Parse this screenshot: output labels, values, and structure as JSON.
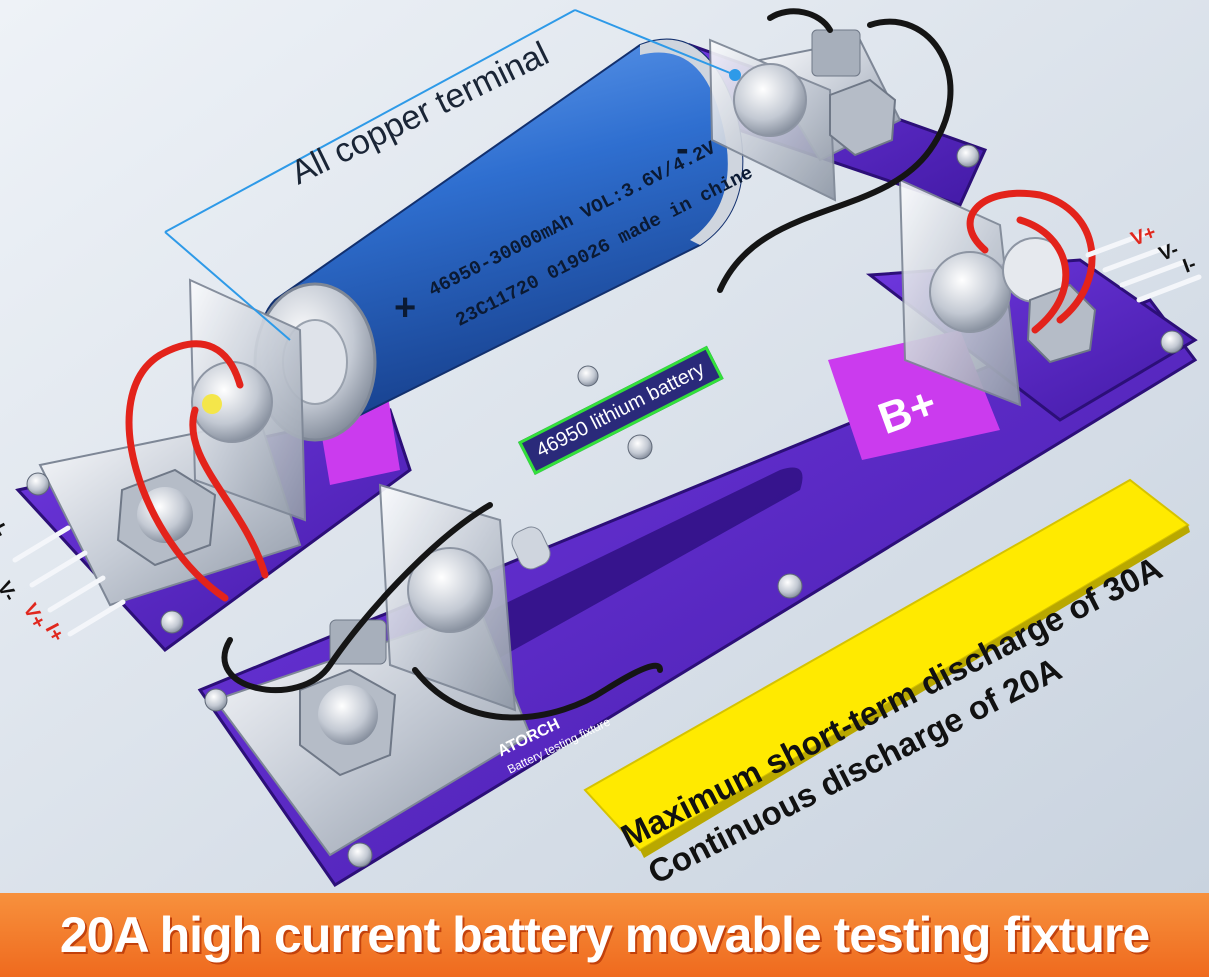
{
  "annotation": {
    "copper_terminal": "All copper terminal"
  },
  "battery": {
    "spec_line": "46950-30000mAh  VOL:3.6V/4.2V",
    "code_line": "23C11720  019026  made in chine",
    "plus_sign": "+",
    "minus_sign": "-",
    "color": "#2f6fd0"
  },
  "board": {
    "tag": "46950 lithium battery",
    "pad_label": "B+",
    "brand": "ATORCH",
    "subtitle": "Battery testing fixture",
    "color": "#5a27c8"
  },
  "terminals": {
    "right": [
      "V+",
      "V-",
      "I-"
    ],
    "left": [
      "I-",
      "V-",
      "V+",
      "I+"
    ]
  },
  "spec_sticker": {
    "line1": "Maximum short-term discharge of 30A",
    "line2": "Continuous discharge of 20A",
    "color": "#ffea00"
  },
  "banner": {
    "text": "20A high current battery movable testing fixture",
    "color": "#f37b2a"
  }
}
